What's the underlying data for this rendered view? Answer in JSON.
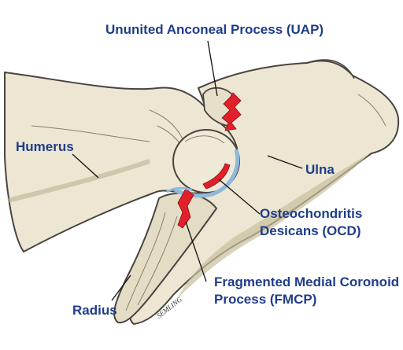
{
  "labels": {
    "uap": "Ununited Anconeal Process (UAP)",
    "humerus": "Humerus",
    "ulna": "Ulna",
    "ocd_line1": "Osteochondritis",
    "ocd_line2": "Desicans (OCD)",
    "fmcp_line1": "Fragmented Medial Coronoid",
    "fmcp_line2": "Process (FMCP)",
    "radius": "Radius"
  },
  "signature": "SEMLING",
  "colors": {
    "label_text": "#1f3d8a",
    "bone_fill": "#ece6d3",
    "bone_shade": "#c9bf9c",
    "bone_outline": "#4a4440",
    "lesion_red": "#e0202a",
    "cartilage_blue": "#8fb8dc",
    "leader_line": "#111111"
  }
}
